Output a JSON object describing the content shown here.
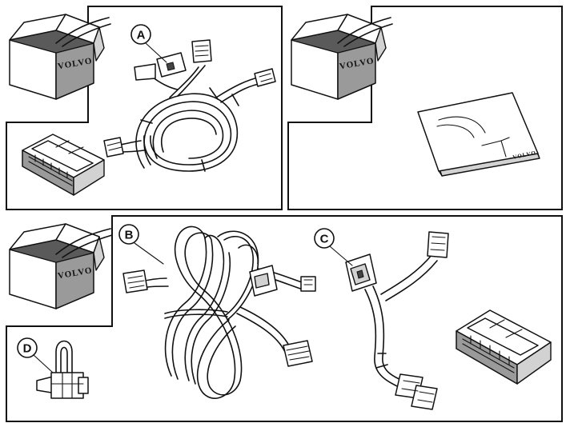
{
  "brand": "VOLVO",
  "callouts": {
    "a": "A",
    "b": "B",
    "c": "C",
    "d": "D"
  },
  "colors": {
    "line": "#111111",
    "box_side": "#9a9a9a",
    "box_front": "#ffffff",
    "background": "#ffffff"
  },
  "icons": [
    "package-box-icon",
    "wiring-harness-icon",
    "connector-icon",
    "control-module-icon",
    "instruction-booklet-icon",
    "cable-clip-icon"
  ]
}
